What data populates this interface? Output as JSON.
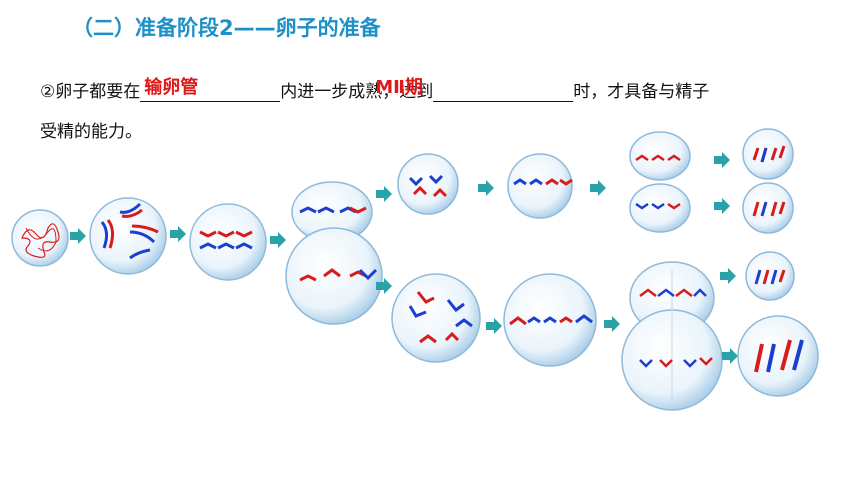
{
  "heading": "（二）准备阶段2——卵子的准备",
  "question": {
    "marker": "②",
    "part1": "卵子都要在",
    "part2": "内进一步成熟，达到",
    "part3": "时，才具备与精子",
    "part4": "受精的能力。"
  },
  "answers": {
    "blank1": "输卵管",
    "blank2": "MⅡ期"
  },
  "colors": {
    "heading": "#1e90c8",
    "answer": "#e01818",
    "arrow": "#2aa3a8",
    "chromosome_red": "#d81c1c",
    "chromosome_blue": "#1c3fd0"
  },
  "icons": [
    "cell-circle",
    "chromosome",
    "right-arrow",
    "spindle-fiber"
  ]
}
